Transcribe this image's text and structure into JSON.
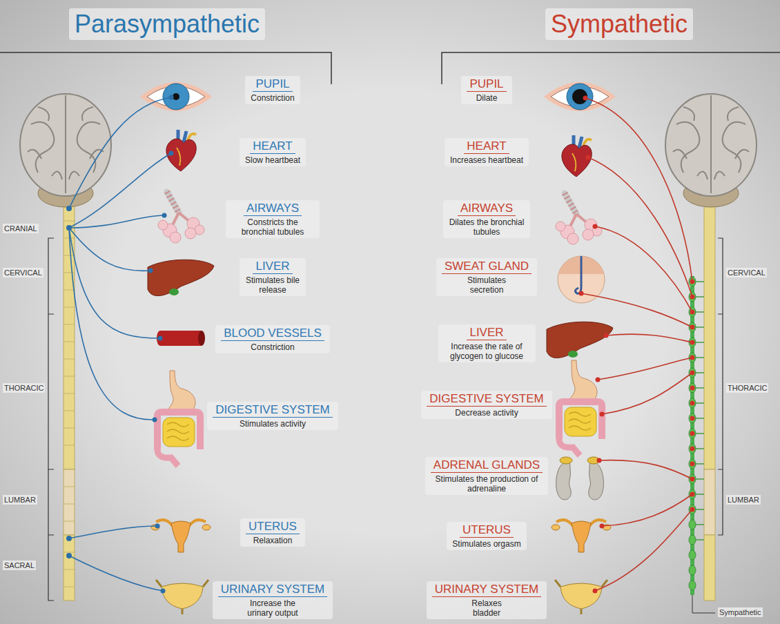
{
  "diagram": {
    "nodes": [
      {
        "text": [
          "PUPIL",
          "Constriction"
        ]
      },
      {
        "text": [
          "HEART",
          "Slow heartbeat"
        ]
      },
      {
        "text": [
          "AIRWAYS",
          "Constricts the bronchial tubules"
        ]
      },
      {
        "text": [
          "LIVER",
          "Stimulates bile release"
        ]
      },
      {
        "text": [
          "BLOOD VESSELS",
          "Constriction"
        ]
      },
      {
        "text": [
          "DIGESTIVE SYSTEM",
          "Stimulates activity"
        ]
      },
      {
        "text": [
          "UTERUS",
          "Relaxation"
        ]
      },
      {
        "text": [
          "URINARY SYSTEM",
          "Increase the urinary output"
        ]
      },
      {
        "text": [
          "PUPIL",
          "Dilate"
        ]
      },
      {
        "text": [
          "HEART",
          "Increases heartbeat"
        ]
      },
      {
        "text": [
          "AIRWAYS",
          "Dilates the bronchial tubules"
        ]
      },
      {
        "text": [
          "SWEAT GLAND",
          "Stimulates secretion"
        ]
      },
      {
        "text": [
          "LIVER",
          "Increase the rate of glycogen to glucose"
        ]
      },
      {
        "text": [
          "DIGESTIVE SYSTEM",
          "Decrease activity"
        ]
      },
      {
        "text": [
          "ADRENAL GLANDS",
          "Stimulates the production of adrenaline"
        ]
      },
      {
        "text": [
          "UTERUS",
          "Stimulates orgasm"
        ]
      },
      {
        "text": [
          "URINARY SYSTEM",
          "Relaxes bladder"
        ]
      }
    ],
    "labels": [
      "Parasympathetic",
      "Sympathetic",
      "CRANIAL",
      "CERVICAL",
      "THORACIC",
      "LUMBAR",
      "SACRAL",
      "CERVICAL",
      "THORACIC",
      "LUMBAR",
      "Sympathetic"
    ]
  }
}
